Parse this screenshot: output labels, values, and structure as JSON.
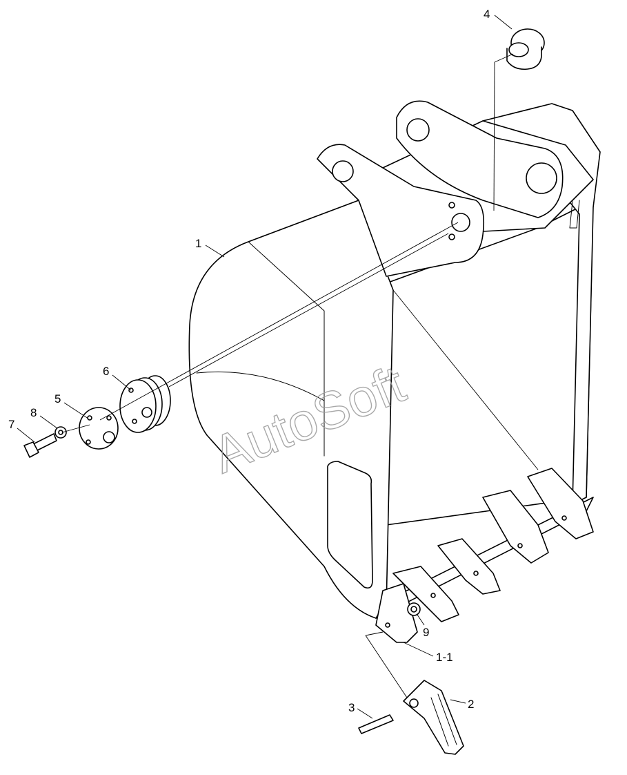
{
  "watermark": "AutoSoft",
  "callouts": {
    "c1": "1",
    "c1_1": "1-1",
    "c2": "2",
    "c3": "3",
    "c4": "4",
    "c5": "5",
    "c6": "6",
    "c7": "7",
    "c8": "8",
    "c9": "9"
  }
}
